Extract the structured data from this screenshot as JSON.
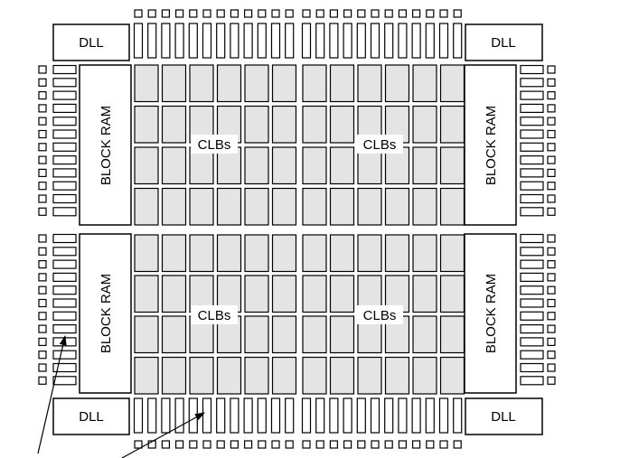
{
  "labels": {
    "dll_top_left": "DLL",
    "dll_top_right": "DLL",
    "dll_bottom_left": "DLL",
    "dll_bottom_right": "DLL",
    "block_ram_top_left": "BLOCK RAM",
    "block_ram_top_right": "BLOCK RAM",
    "block_ram_bottom_left": "BLOCK RAM",
    "block_ram_bottom_right": "BLOCK RAM",
    "clbs_top_left": "CLBs",
    "clbs_top_right": "CLBs",
    "clbs_bottom_left": "CLBs",
    "clbs_bottom_right": "CLBs"
  },
  "colors": {
    "stroke": "#000000",
    "clb_fill": "#e4e4e4",
    "background": "#ffffff"
  }
}
